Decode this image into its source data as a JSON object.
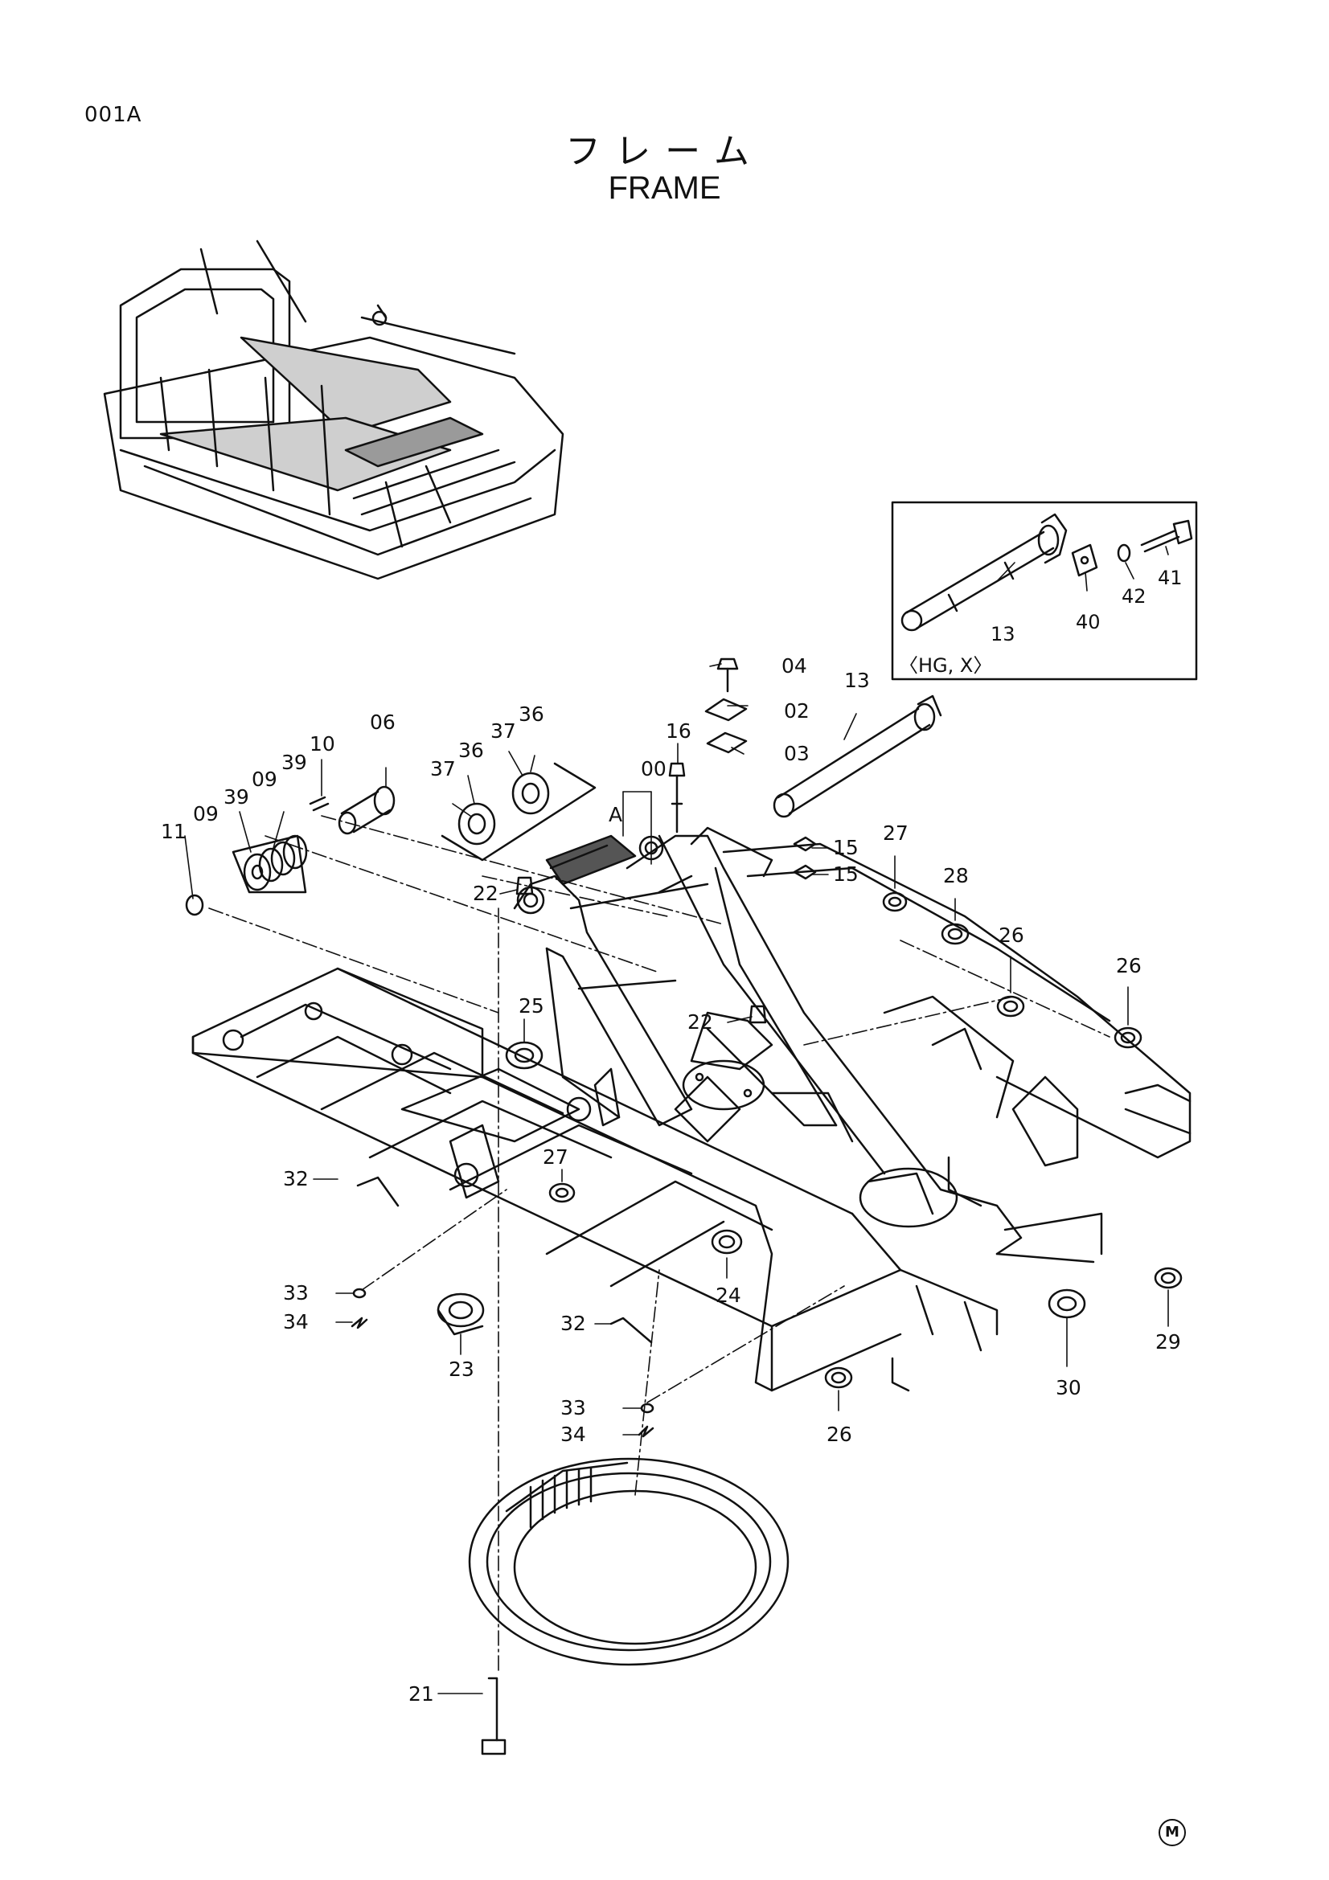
{
  "page": {
    "code": "001A",
    "title_jp": "フレーム",
    "title_en": "FRAME",
    "footer_mark": "M"
  },
  "inset": {
    "variant_label": "〈HG, X〉",
    "callouts": [
      "13",
      "40",
      "42",
      "41"
    ]
  },
  "callouts": {
    "c04": "04",
    "c02": "02",
    "c03": "03",
    "c13": "13",
    "c16": "16",
    "c00": "00",
    "cA": "A",
    "c06": "06",
    "c10": "10",
    "c36a": "36",
    "c37a": "37",
    "c36b": "36",
    "c37b": "37",
    "c39a": "39",
    "c09a": "09",
    "c39b": "39",
    "c09b": "09",
    "c11": "11",
    "c15a": "15",
    "c15b": "15",
    "c27a": "27",
    "c28": "28",
    "c26a": "26",
    "c26b": "26",
    "c22a": "22",
    "c22b": "22",
    "c25": "25",
    "c27b": "27",
    "c32a": "32",
    "c33a": "33",
    "c34a": "34",
    "c23": "23",
    "c24": "24",
    "c32b": "32",
    "c33b": "33",
    "c34b": "34",
    "c26c": "26",
    "c30": "30",
    "c29": "29",
    "c21": "21"
  },
  "colors": {
    "ink": "#111111",
    "background": "#ffffff"
  }
}
